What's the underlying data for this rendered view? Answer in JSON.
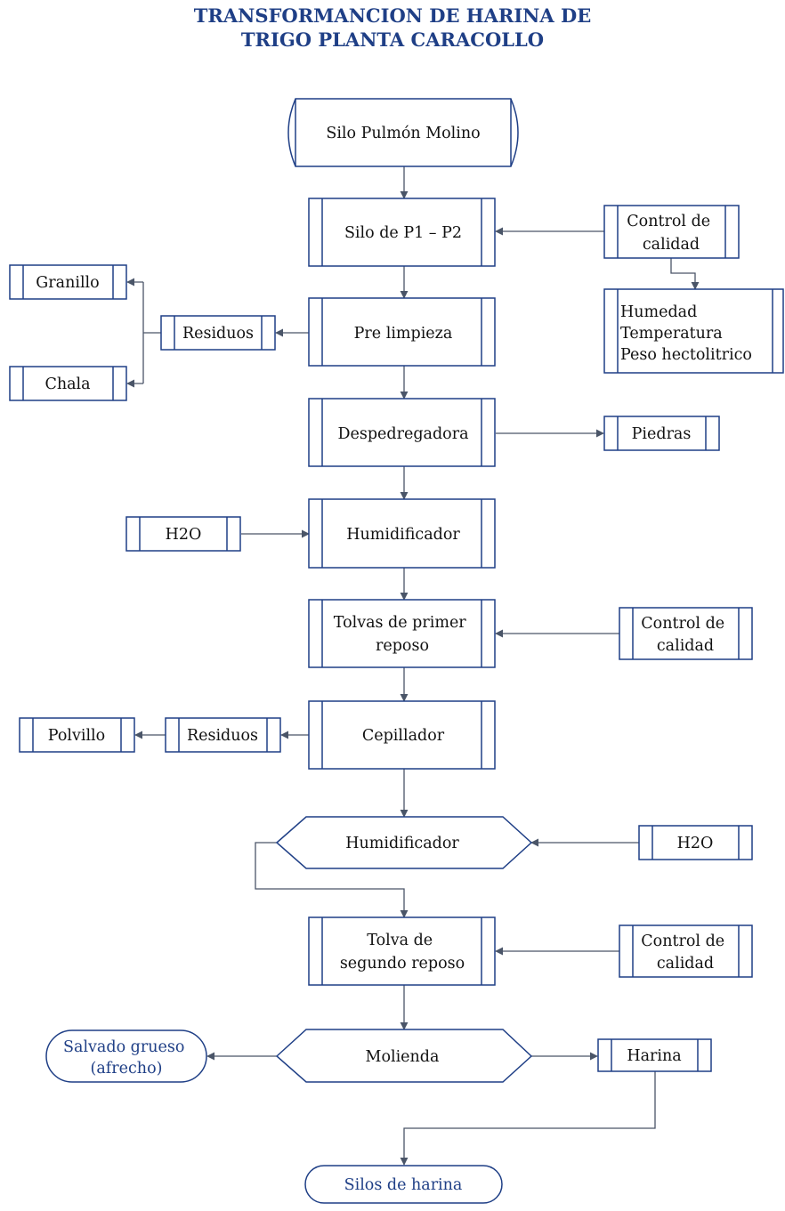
{
  "title": {
    "line1": "TRANSFORMANCION DE HARINA DE",
    "line2": "TRIGO PLANTA CARACOLLO"
  },
  "colors": {
    "title": "#1F3F86",
    "stroke": "#1F3F86",
    "connector": "#4A5568"
  },
  "nodes": {
    "silo_pulmon": "Silo Pulmón Molino",
    "silo_p1p2": "Silo de P1 – P2",
    "control_1": [
      "Control de",
      "calidad"
    ],
    "quality_params": [
      "Humedad",
      "Temperatura",
      "Peso hectolitrico"
    ],
    "granillo": "Granillo",
    "residuos_1": "Residuos",
    "pre_limpieza": "Pre limpieza",
    "chala": "Chala",
    "despedregadora": "Despedregadora",
    "piedras": "Piedras",
    "h2o_1": "H2O",
    "humidificador_1": "Humidificador",
    "tolvas_primer": [
      "Tolvas de primer",
      "reposo"
    ],
    "control_2": [
      "Control de",
      "calidad"
    ],
    "polvillo": "Polvillo",
    "residuos_2": "Residuos",
    "cepillador": "Cepillador",
    "humidificador_2": "Humidificador",
    "h2o_2": "H2O",
    "tolva_segundo": [
      "Tolva de",
      "segundo reposo"
    ],
    "control_3": [
      "Control de",
      "calidad"
    ],
    "salvado": [
      "Salvado grueso",
      "(afrecho)"
    ],
    "molienda": "Molienda",
    "harina": "Harina",
    "silos_harina": "Silos de harina"
  }
}
